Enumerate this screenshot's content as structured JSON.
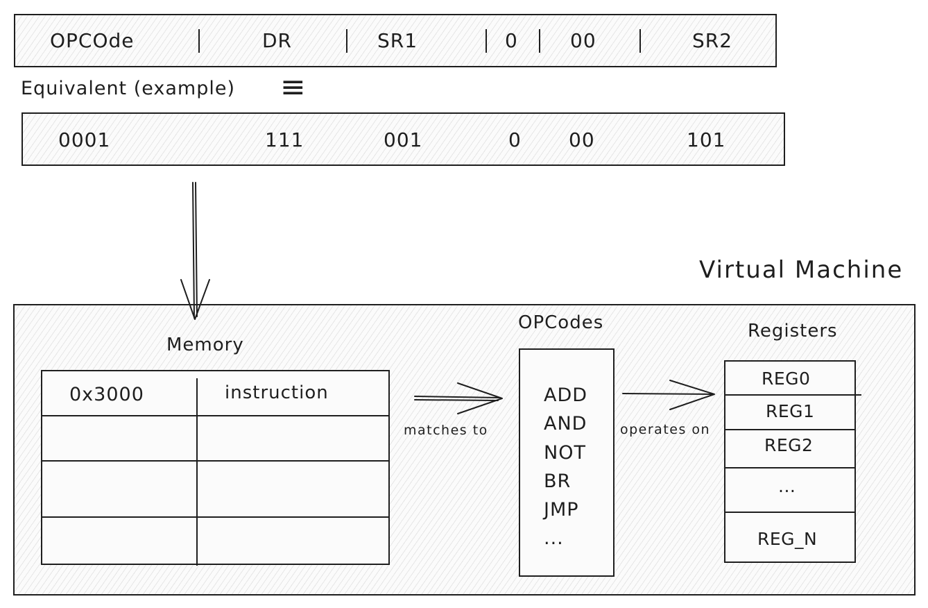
{
  "format_bar": {
    "fields": [
      "OPCOde",
      "DR",
      "SR1",
      "0",
      "00",
      "SR2"
    ]
  },
  "equivalent": {
    "label": "Equivalent (example)",
    "symbol": "≡"
  },
  "example_bar": {
    "values": [
      "0001",
      "111",
      "001",
      "0",
      "00",
      "101"
    ]
  },
  "virtual_machine": {
    "title": "Virtual Machine",
    "memory": {
      "title": "Memory",
      "columns": [
        "0x3000",
        "instruction"
      ]
    },
    "matches_label": "matches to",
    "opcodes": {
      "title": "OPCodes",
      "items": [
        "ADD",
        "AND",
        "NOT",
        "BR",
        "JMP",
        "..."
      ]
    },
    "operates_label": "operates on",
    "registers": {
      "title": "Registers",
      "items": [
        "REG0",
        "REG1",
        "REG2",
        "...",
        "REG_N"
      ]
    }
  }
}
